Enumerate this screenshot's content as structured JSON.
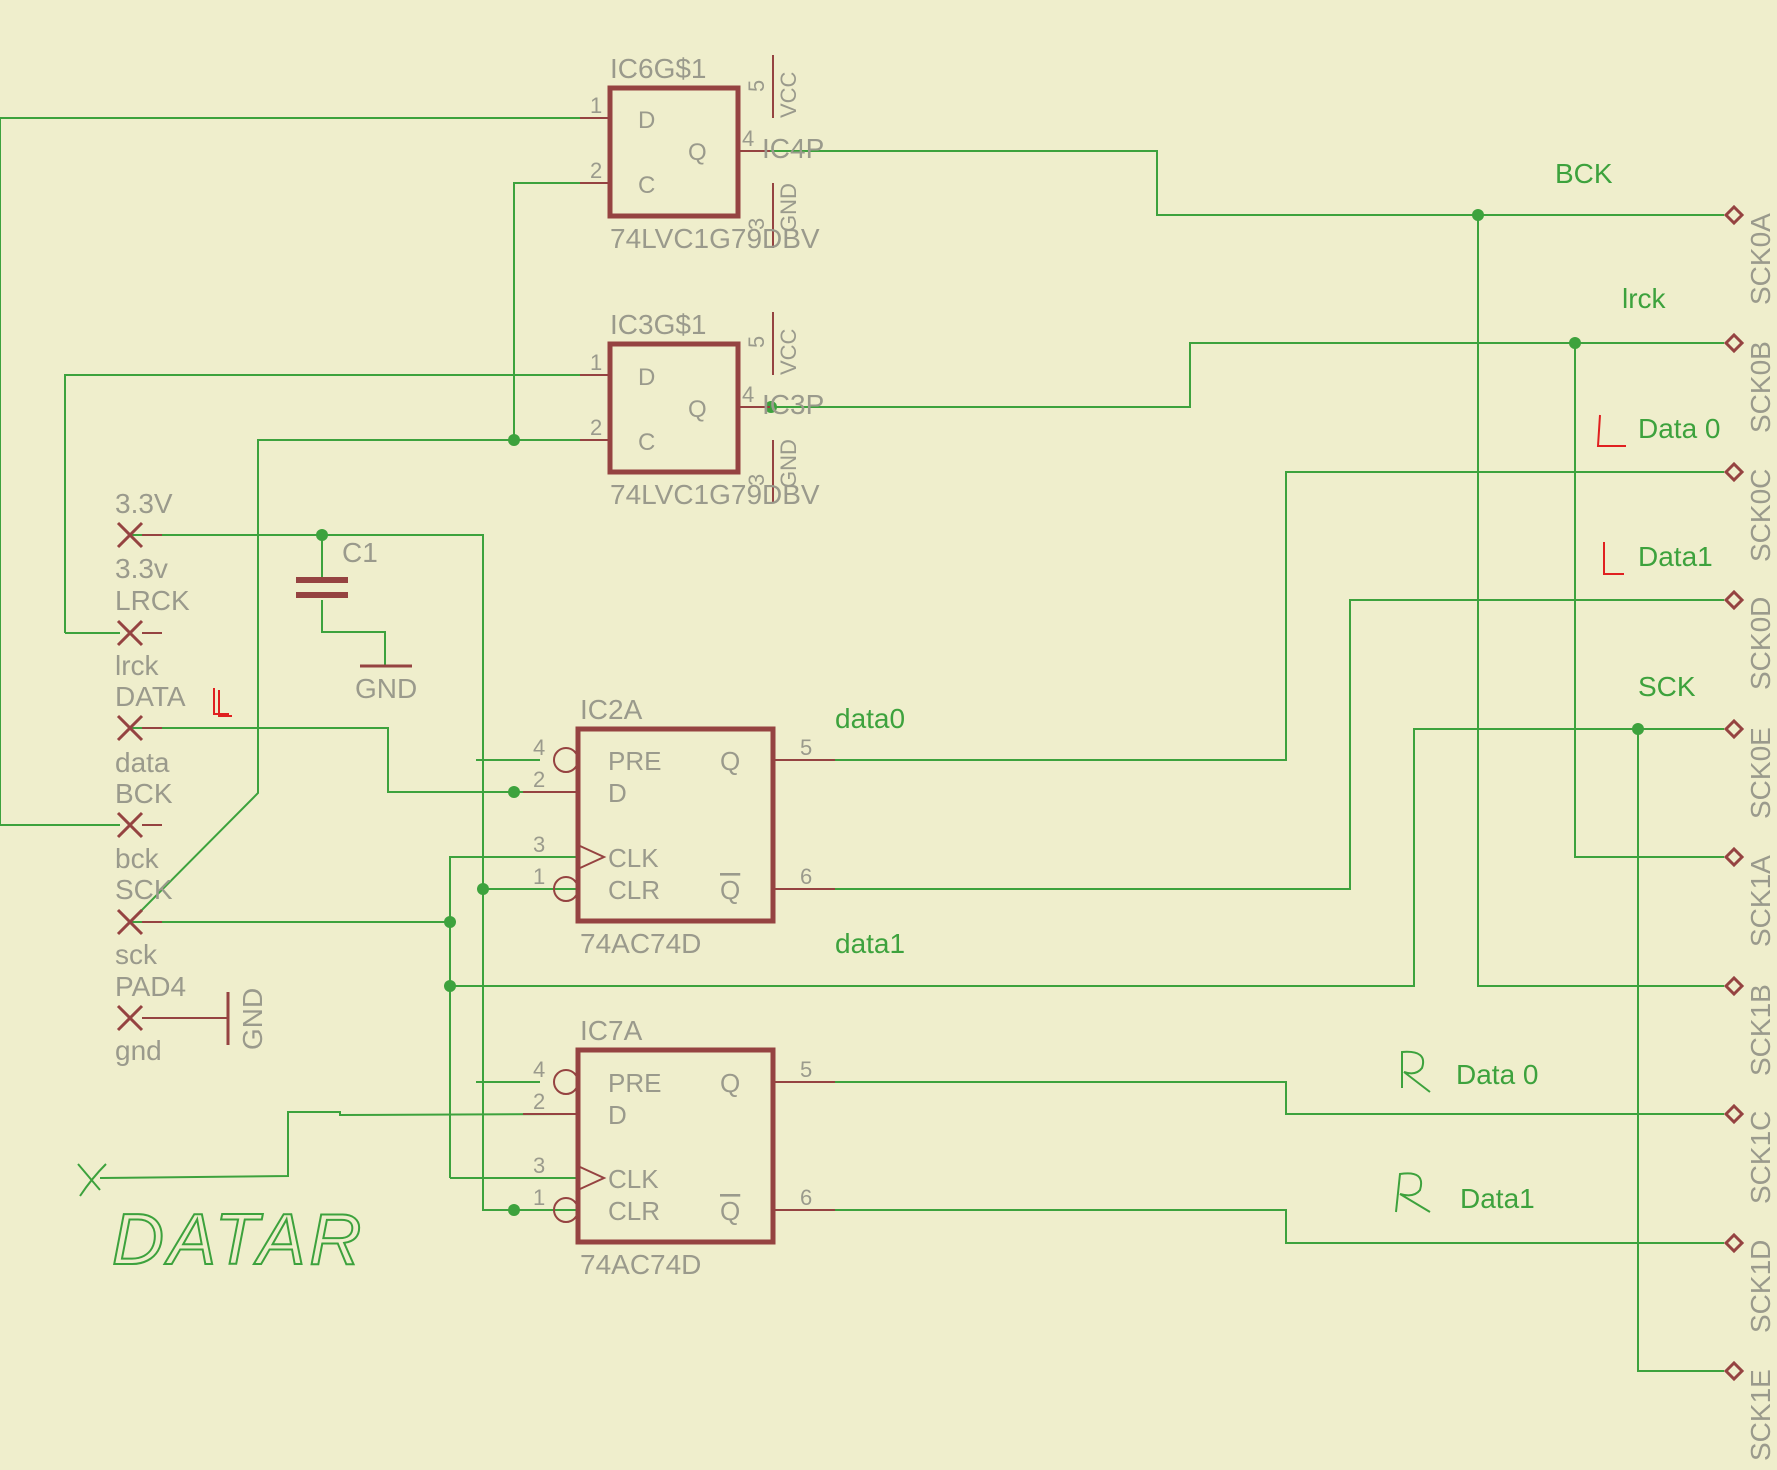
{
  "chips": {
    "ic6": {
      "name": "IC6G$1",
      "part": "74LVC1G79DBV",
      "pin_d": "D",
      "pin_c": "C",
      "pin_q": "Q",
      "num_d": "1",
      "num_c": "2",
      "num_q": "4",
      "num_vcc": "5",
      "num_gnd": "3",
      "vcc": "VCC",
      "gnd": "GND",
      "q_net": "IC4P"
    },
    "ic3": {
      "name": "IC3G$1",
      "part": "74LVC1G79DBV",
      "pin_d": "D",
      "pin_c": "C",
      "pin_q": "Q",
      "num_d": "1",
      "num_c": "2",
      "num_q": "4",
      "num_vcc": "5",
      "num_gnd": "3",
      "vcc": "VCC",
      "gnd": "GND",
      "q_net": "IC3P"
    },
    "ic2": {
      "name": "IC2A",
      "part": "74AC74D",
      "pre": "PRE",
      "d": "D",
      "clk": "CLK",
      "clr": "CLR",
      "q": "Q",
      "qbar": "Q",
      "n_pre": "4",
      "n_d": "2",
      "n_clk": "3",
      "n_clr": "1",
      "n_q": "5",
      "n_qbar": "6"
    },
    "ic7": {
      "name": "IC7A",
      "part": "74AC74D",
      "pre": "PRE",
      "d": "D",
      "clk": "CLK",
      "clr": "CLR",
      "q": "Q",
      "qbar": "Q",
      "n_pre": "4",
      "n_d": "2",
      "n_clk": "3",
      "n_clr": "1",
      "n_q": "5",
      "n_qbar": "6"
    }
  },
  "capacitor": {
    "name": "C1",
    "gnd": "GND"
  },
  "pads": [
    {
      "top": "3.3V",
      "bottom": "3.3v"
    },
    {
      "top": "LRCK",
      "bottom": "lrck"
    },
    {
      "top": "DATA",
      "bottom": "data"
    },
    {
      "top": "BCK",
      "bottom": "bck"
    },
    {
      "top": "SCK",
      "bottom": "sck"
    },
    {
      "top": "PAD4",
      "bottom": "gnd"
    }
  ],
  "pad4_gnd": "GND",
  "connectors": [
    "SCK0A",
    "SCK0B",
    "SCK0C",
    "SCK0D",
    "SCK0E",
    "SCK1A",
    "SCK1B",
    "SCK1C",
    "SCK1D",
    "SCK1E"
  ],
  "net_labels": {
    "bck": "BCK",
    "lrck": "lrck",
    "l_data0": "Data 0",
    "l_data1": "Data1",
    "sck": "SCK",
    "data0": "data0",
    "data1": "data1",
    "r_data0": "Data 0",
    "r_data1": "Data1"
  },
  "annotations": {
    "datar": "DATAR",
    "l_mark": "L",
    "r_mark": "R"
  },
  "colors": {
    "background": "#efeecc",
    "wire": "#3da23d",
    "component": "#954341",
    "text_gray": "#9a9a8c",
    "hand_mark": "#e02020"
  }
}
